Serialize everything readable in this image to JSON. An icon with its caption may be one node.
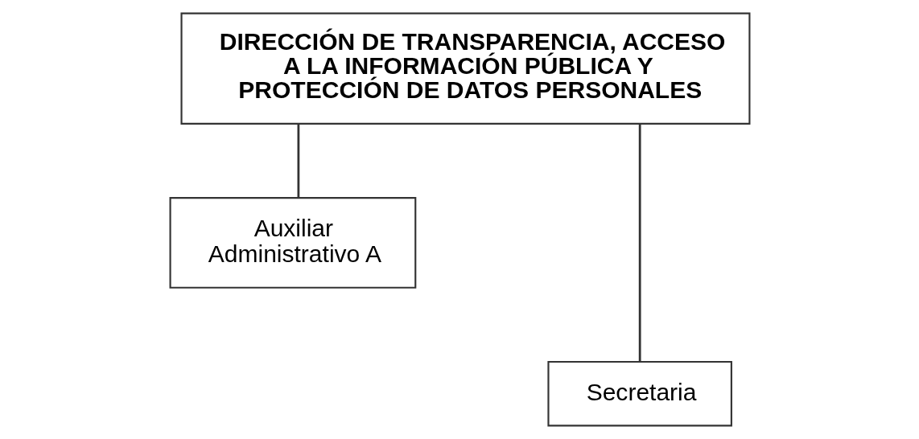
{
  "diagram": {
    "nodes": [
      {
        "text": [
          "DIRECCIÓN DE TRANSPARENCIA, ACCESO A LA INFORMACIÓN PÚBLICA Y PROTECCIÓN DE DATOS PERSONALES"
        ]
      },
      {
        "text": [
          "Auxiliar Administrativo A"
        ]
      },
      {
        "text": [
          "Secretaria"
        ]
      }
    ],
    "edges": [
      {
        "from": 0,
        "to": 1,
        "arrow": "none"
      },
      {
        "from": 0,
        "to": 2,
        "arrow": "none"
      }
    ]
  }
}
